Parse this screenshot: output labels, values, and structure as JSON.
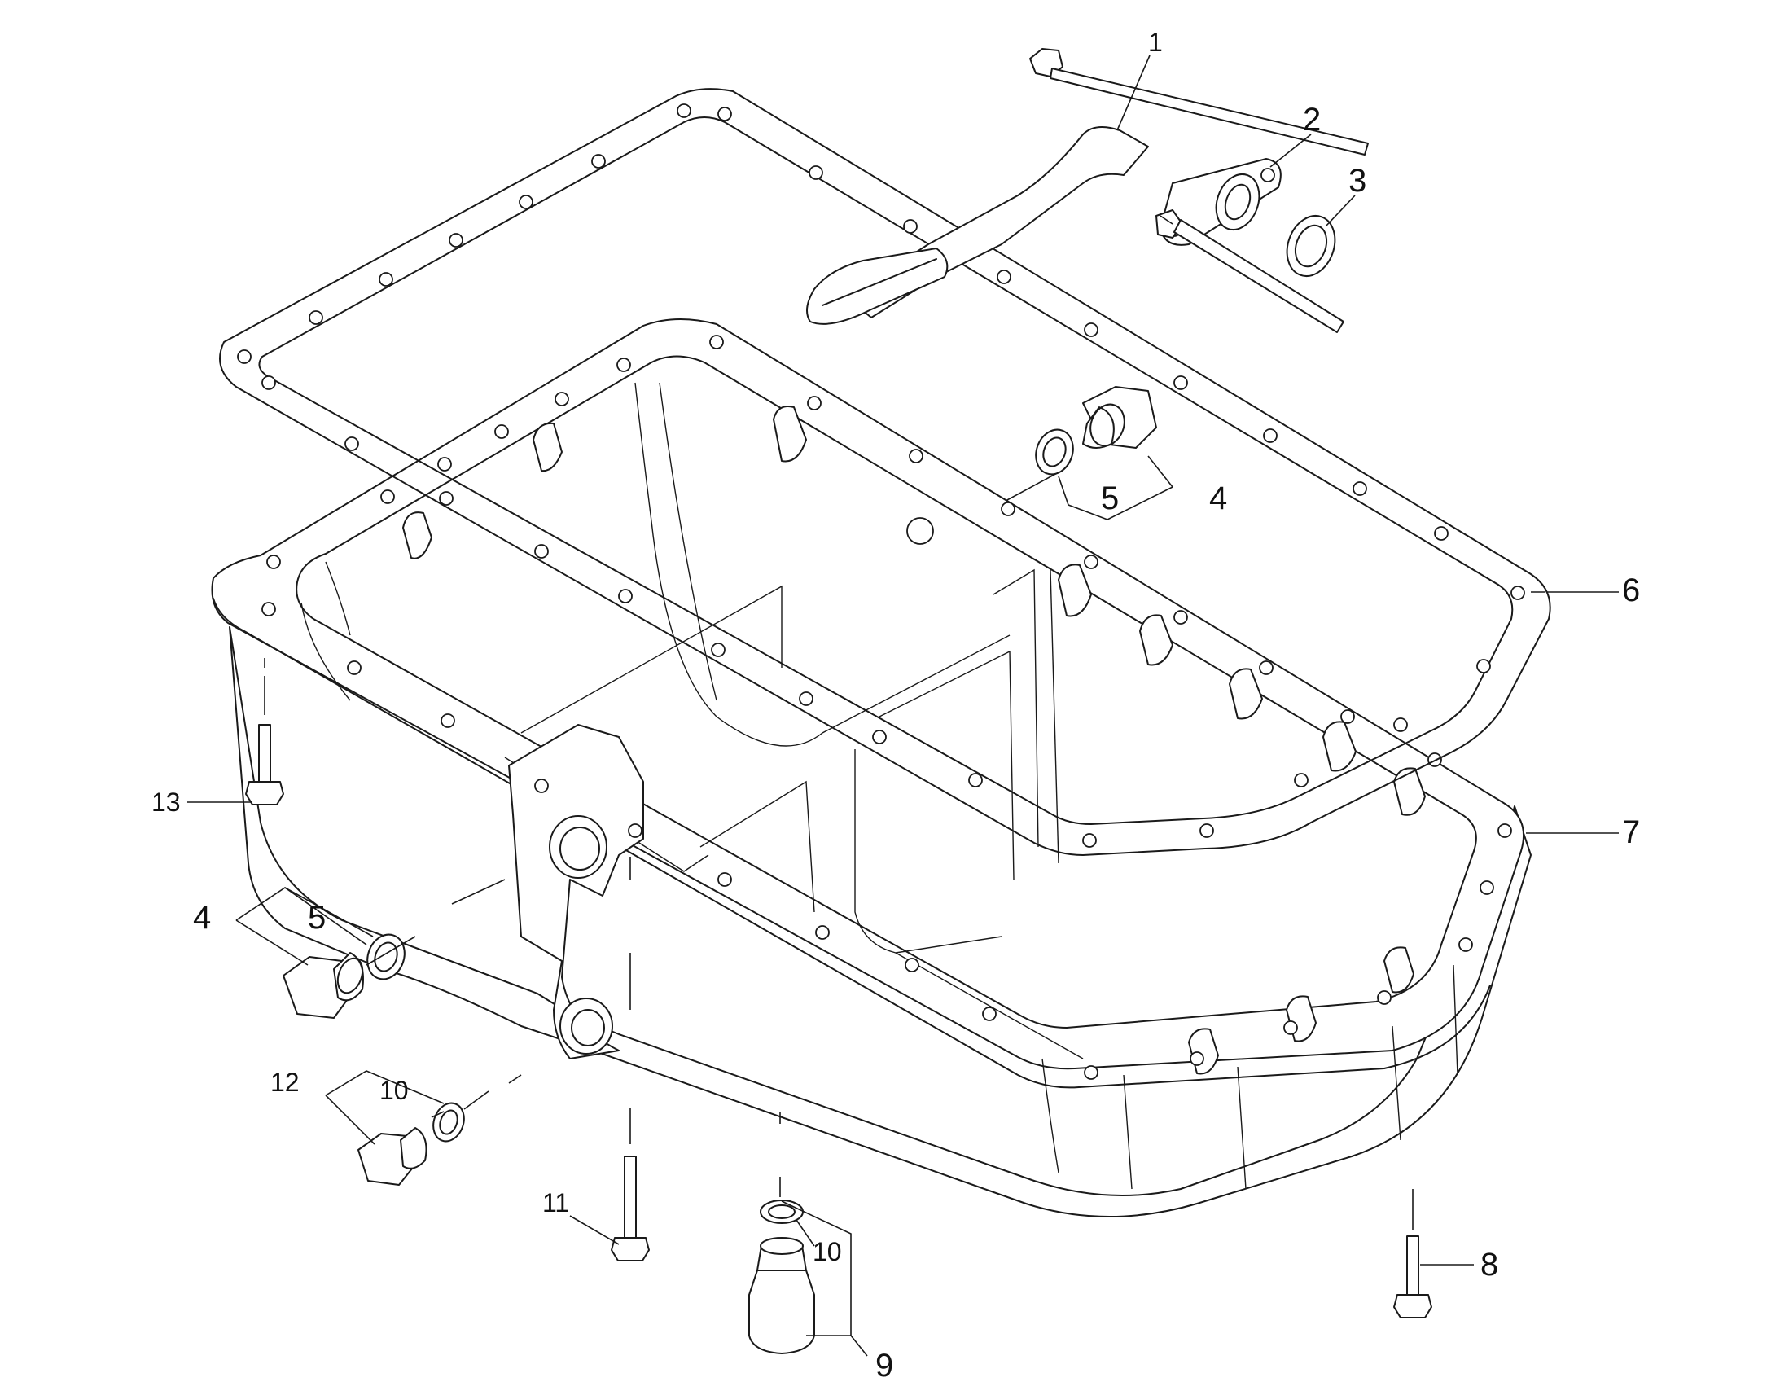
{
  "callouts": [
    {
      "id": "c1",
      "text": "1"
    },
    {
      "id": "c2",
      "text": "2"
    },
    {
      "id": "c3",
      "text": "3"
    },
    {
      "id": "c5a",
      "text": "5"
    },
    {
      "id": "c4a",
      "text": "4"
    },
    {
      "id": "c6",
      "text": "6"
    },
    {
      "id": "c7",
      "text": "7"
    },
    {
      "id": "c13",
      "text": "13"
    },
    {
      "id": "c4b",
      "text": "4"
    },
    {
      "id": "c5b",
      "text": "5"
    },
    {
      "id": "c12",
      "text": "12"
    },
    {
      "id": "c10a",
      "text": "10"
    },
    {
      "id": "c11",
      "text": "11"
    },
    {
      "id": "c10b",
      "text": "10"
    },
    {
      "id": "c9",
      "text": "9"
    },
    {
      "id": "c8",
      "text": "8"
    }
  ],
  "colors": {
    "line": "#1a1a1a",
    "background": "#ffffff"
  }
}
